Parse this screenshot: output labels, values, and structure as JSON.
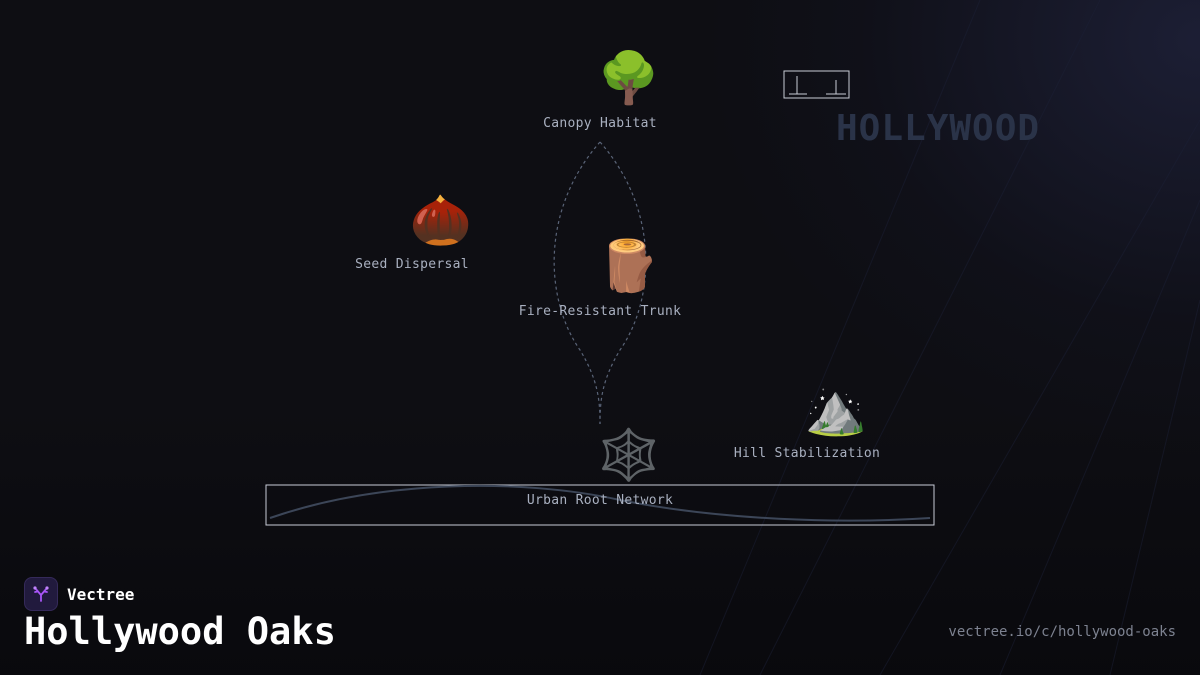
{
  "brand": {
    "name": "Vectree",
    "accent_color": "#a855f7",
    "logo_icon": "vectree-tree-icon"
  },
  "title": "Hollywood Oaks",
  "url": "vectree.io/c/hollywood-oaks",
  "background": {
    "sign_text": "HOLLYWOOD",
    "sign_icon": "hollywood-sign-icon"
  },
  "nodes": [
    {
      "id": "canopy",
      "label": "Canopy Habitat",
      "icon": "🌳",
      "icon_name": "tree-icon"
    },
    {
      "id": "seed",
      "label": "Seed Dispersal",
      "icon": "🌰",
      "icon_name": "acorn-icon"
    },
    {
      "id": "trunk",
      "label": "Fire-Resistant Trunk",
      "icon": "🪵",
      "icon_name": "log-icon"
    },
    {
      "id": "hill",
      "label": "Hill Stabilization",
      "icon": "⛰️",
      "icon_name": "mountain-icon"
    },
    {
      "id": "roots",
      "label": "Urban Root Network",
      "icon": "🕸️",
      "icon_name": "web-icon"
    }
  ],
  "colors": {
    "edge": "#5a6478",
    "label": "#a9b0c0",
    "box": "#c8ccd6"
  }
}
